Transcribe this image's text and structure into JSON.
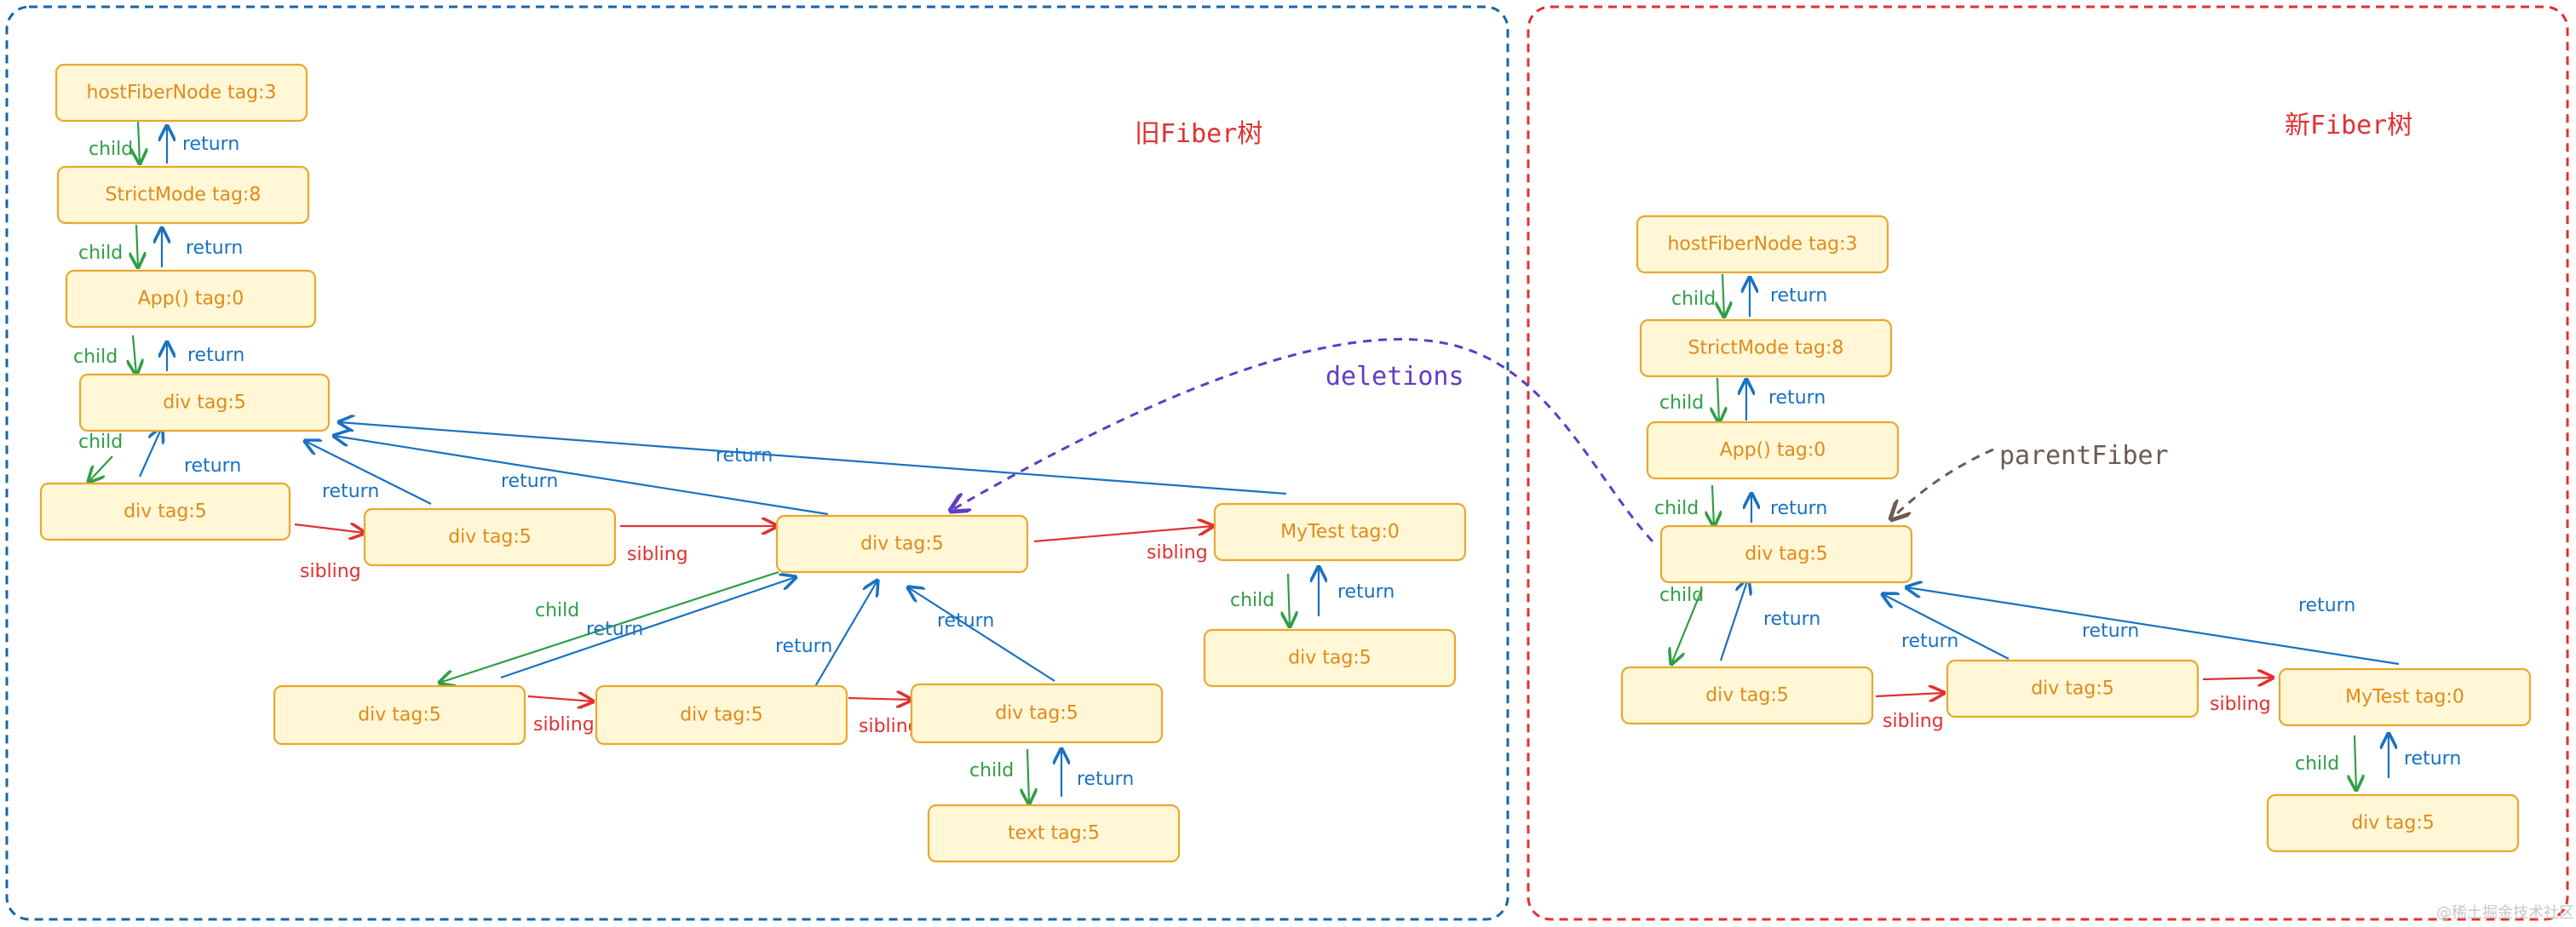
{
  "titles": {
    "old_tree": "旧Fiber树",
    "new_tree": "新Fiber树"
  },
  "annotations": {
    "deletions": "deletions",
    "parent_fiber": "parentFiber"
  },
  "edge_labels": {
    "child": "child",
    "return": "return",
    "sibling": "sibling"
  },
  "old_tree": {
    "nodes": [
      {
        "id": "host",
        "label": "hostFiberNode tag:3"
      },
      {
        "id": "strict",
        "label": "StrictMode tag:8"
      },
      {
        "id": "app",
        "label": "App() tag:0"
      },
      {
        "id": "div_root",
        "label": "div tag:5"
      },
      {
        "id": "div_a",
        "label": "div tag:5"
      },
      {
        "id": "div_b",
        "label": "div tag:5"
      },
      {
        "id": "div_c",
        "label": "div tag:5"
      },
      {
        "id": "mytest",
        "label": "MyTest tag:0"
      },
      {
        "id": "mytest_div",
        "label": "div tag:5"
      },
      {
        "id": "div_c1",
        "label": "div tag:5"
      },
      {
        "id": "div_c2",
        "label": "div tag:5"
      },
      {
        "id": "div_c3",
        "label": "div tag:5"
      },
      {
        "id": "text",
        "label": "text tag:5"
      }
    ]
  },
  "new_tree": {
    "nodes": [
      {
        "id": "n_host",
        "label": "hostFiberNode tag:3"
      },
      {
        "id": "n_strict",
        "label": "StrictMode tag:8"
      },
      {
        "id": "n_app",
        "label": "App() tag:0"
      },
      {
        "id": "n_div_root",
        "label": "div tag:5"
      },
      {
        "id": "n_div_a",
        "label": "div tag:5"
      },
      {
        "id": "n_div_b",
        "label": "div tag:5"
      },
      {
        "id": "n_mytest",
        "label": "MyTest tag:0"
      },
      {
        "id": "n_mytest_div",
        "label": "div tag:5"
      }
    ]
  },
  "watermark": "@稀土掘金技术社区",
  "colors": {
    "node_fill": "#fff7d6",
    "node_stroke": "#e8a82e",
    "node_text": "#e08a1a",
    "child": "#2f9e44",
    "return": "#1971c2",
    "sibling": "#e03131",
    "deletions": "#5f3dc4",
    "old_frame": "#1864ab",
    "new_frame": "#e03131"
  }
}
